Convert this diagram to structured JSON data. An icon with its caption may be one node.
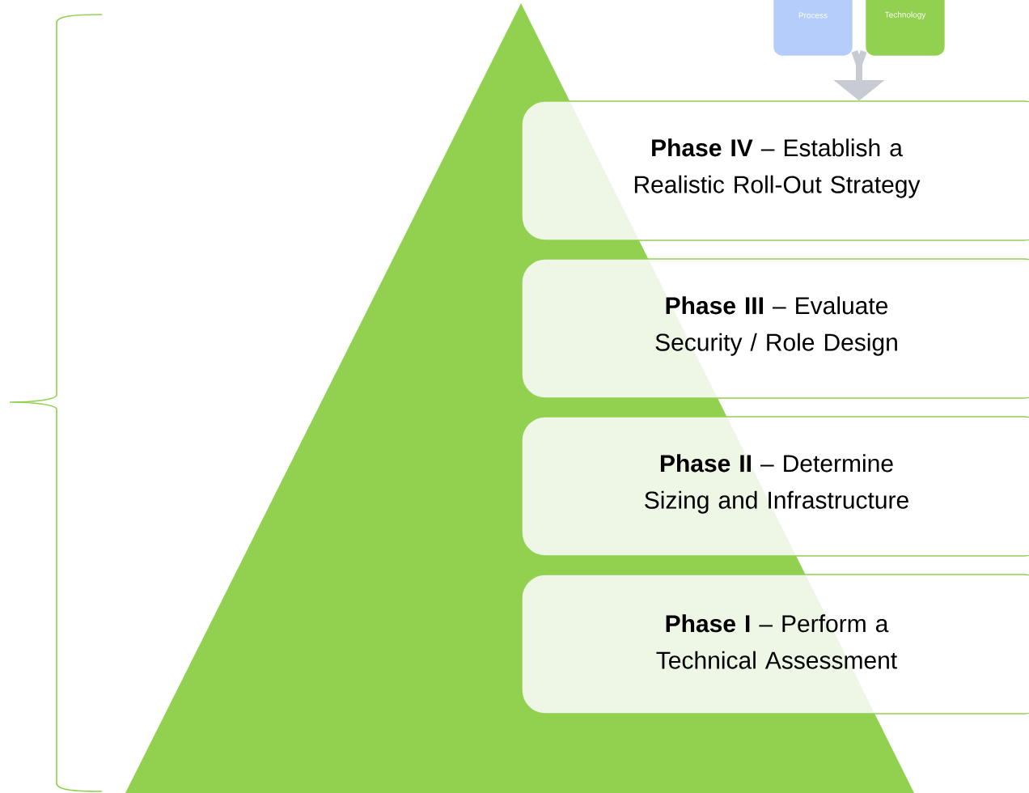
{
  "diagram": {
    "nodes": [
      {
        "text": [
          "Process"
        ]
      },
      {
        "text": [
          "Technology"
        ]
      },
      {
        "text": [
          "**Phase IV** – Establish a Realistic Roll-Out Strategy"
        ]
      },
      {
        "text": [
          "**Phase III** – Evaluate Security / Role Design"
        ]
      },
      {
        "text": [
          "**Phase II** – Determine Sizing and Infrastructure"
        ]
      },
      {
        "text": [
          "**Phase I** – Perform a Technical Assessment"
        ]
      }
    ],
    "edges": [
      {
        "from": 0,
        "to": 2,
        "arrow": "to",
        "color": "#c8cad4"
      },
      {
        "from": 1,
        "to": 2,
        "arrow": "to",
        "color": "#c8cad4"
      }
    ]
  }
}
